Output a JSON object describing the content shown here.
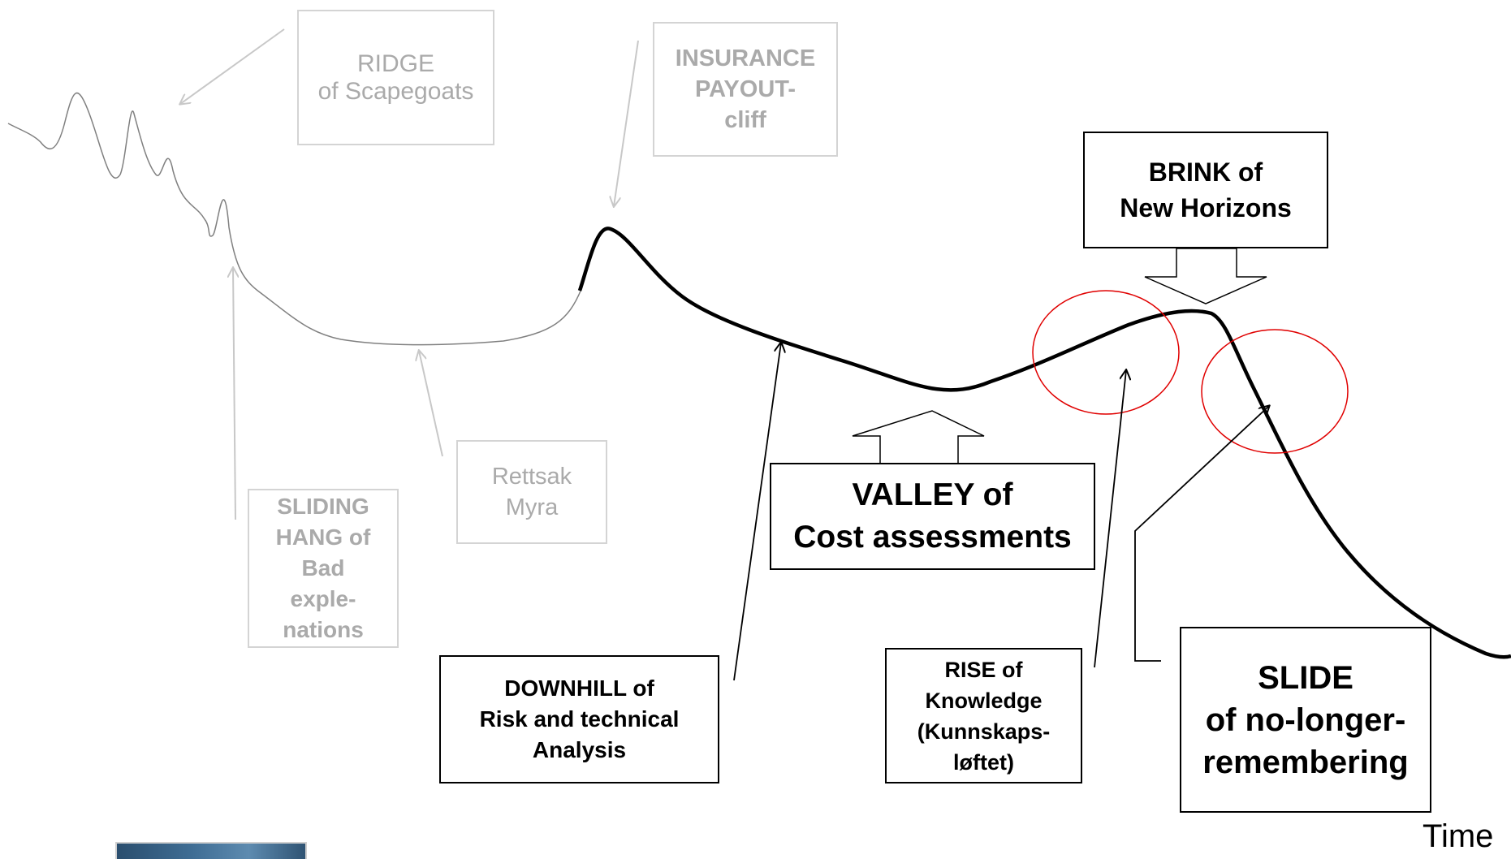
{
  "labels": {
    "ridge": {
      "line1": "RIDGE",
      "line2": "of Scapegoats"
    },
    "insurance": {
      "line1": "INSURANCE",
      "line2": "PAYOUT-",
      "line3": "cliff"
    },
    "brink": {
      "line1": "BRINK of",
      "line2": "New Horizons"
    },
    "valley": {
      "line1": "VALLEY of",
      "line2": "Cost assessments"
    },
    "sliding": {
      "line1": "SLIDING",
      "line2": "HANG of",
      "line3": "Bad",
      "line4": "exple-",
      "line5": "nations"
    },
    "rettsak": {
      "line1": "Rettsak",
      "line2": "Myra"
    },
    "downhill": {
      "line1": "DOWNHILL of",
      "line2": "Risk and technical",
      "line3": "Analysis"
    },
    "rise": {
      "line1": "RISE of",
      "line2": "Knowledge",
      "line3": "(Kunnskaps-",
      "line4": "løftet)"
    },
    "slide": {
      "line1": "SLIDE",
      "line2": "of no-longer-",
      "line3": "remembering"
    }
  },
  "axis": {
    "time_label": "Time"
  },
  "colors": {
    "curve": "#000000",
    "faded_curve": "#808080",
    "faded_text": "#aaaaaa",
    "faded_border": "#d4d4d4",
    "highlight_circle": "#e00000",
    "pointer_gray": "#c8c8c8"
  }
}
